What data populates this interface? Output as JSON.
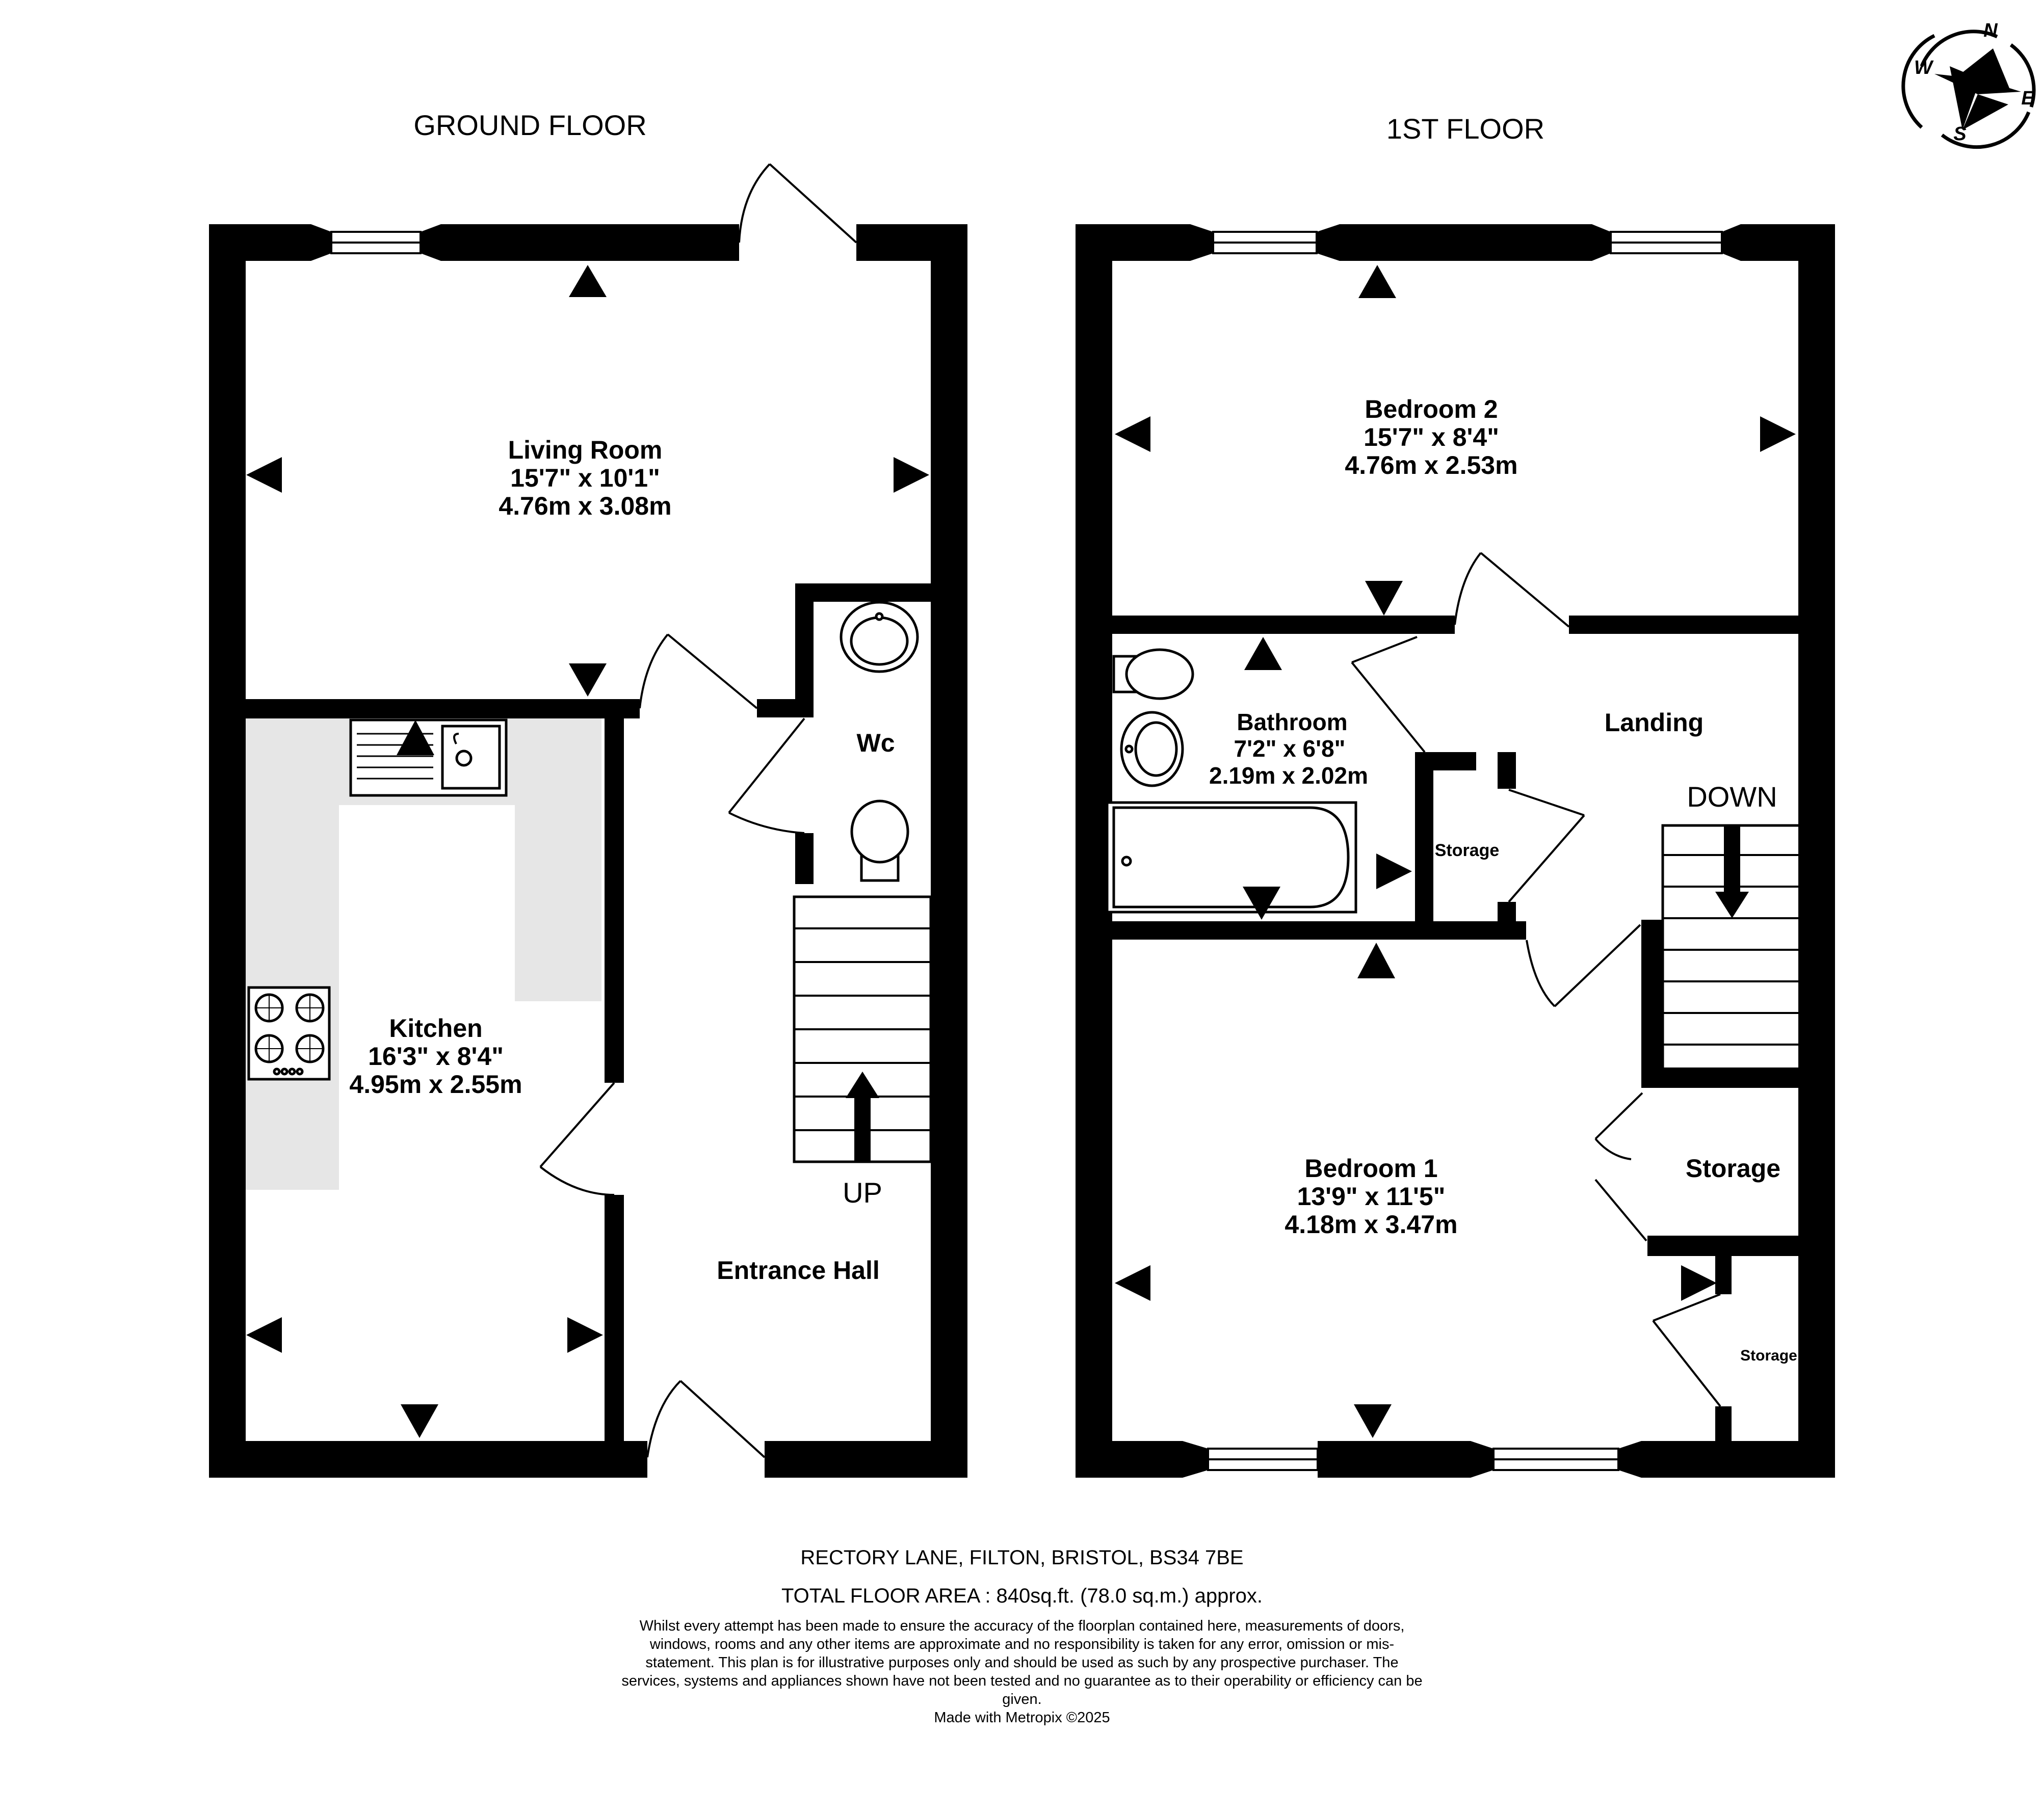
{
  "floors": {
    "ground_title": "GROUND FLOOR",
    "first_title": "1ST FLOOR"
  },
  "rooms": {
    "living": {
      "name": "Living Room",
      "imperial": "15'7\"  x 10'1\"",
      "metric": "4.76m  x 3.08m"
    },
    "kitchen": {
      "name": "Kitchen",
      "imperial": "16'3\"  x 8'4\"",
      "metric": "4.95m  x 2.55m"
    },
    "wc": {
      "name": "Wc"
    },
    "hall": {
      "name": "Entrance Hall"
    },
    "bedroom2": {
      "name": "Bedroom 2",
      "imperial": "15'7\"  x 8'4\"",
      "metric": "4.76m  x 2.53m"
    },
    "bathroom": {
      "name": "Bathroom",
      "imperial": "7'2\"  x 6'8\"",
      "metric": "2.19m  x 2.02m"
    },
    "landing": {
      "name": "Landing"
    },
    "bedroom1": {
      "name": "Bedroom 1",
      "imperial": "13'9\"  x 11'5\"",
      "metric": "4.18m  x 3.47m"
    },
    "storage_a": {
      "name": "Storage"
    },
    "storage_b": {
      "name": "Storage"
    },
    "storage_c": {
      "name": "Storage"
    }
  },
  "stairs": {
    "up_label": "UP",
    "down_label": "DOWN"
  },
  "compass": {
    "n": "N",
    "e": "E",
    "s": "S",
    "w": "W"
  },
  "footer": {
    "address": "RECTORY LANE, FILTON, BRISTOL, BS34 7BE",
    "total_area": "TOTAL FLOOR AREA : 840sq.ft. (78.0 sq.m.) approx.",
    "disclaimer": "Whilst every attempt has been made to ensure the accuracy of the floorplan contained here, measurements of doors, windows, rooms and any other items are approximate and no responsibility is taken for any error, omission or mis-statement. This plan is for illustrative purposes only and should be used as such by any prospective purchaser. The services, systems and appliances shown have not been tested and no guarantee as to their operability or efficiency can be given.",
    "credit": "Made with Metropix ©2025"
  },
  "colors": {
    "wall": "#000000",
    "worktop": "#e6e6e6",
    "background": "#ffffff"
  }
}
